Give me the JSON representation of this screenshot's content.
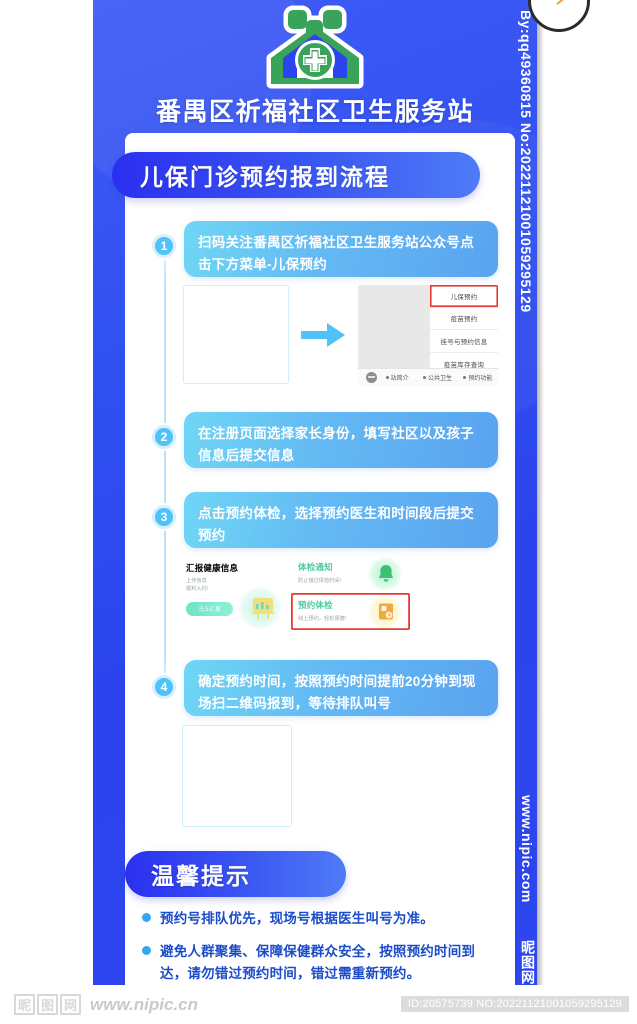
{
  "header": {
    "logo_icon": "medical-house-family-icon",
    "org_title": "番禺区祈福社区卫生服务站"
  },
  "banners": {
    "flow_title": "儿保门诊预约报到流程",
    "tips_title": "温馨提示"
  },
  "steps": [
    {
      "number": "1",
      "text": "扫码关注番禺区祈福社区卫生服务站公众号点击下方菜单-儿保预约"
    },
    {
      "number": "2",
      "text": "在注册页面选择家长身份，填写社区以及孩子信息后提交信息"
    },
    {
      "number": "3",
      "text": "点击预约体检，选择预约医生和时间段后提交预约"
    },
    {
      "number": "4",
      "text": "确定预约时间，按照预约时间提前20分钟到现场扫二维码报到，等待排队叫号"
    }
  ],
  "wechat_shot": {
    "qr_placeholder_label": "",
    "arrow_icon": "arrow-right-icon",
    "menu_items": [
      {
        "label": "儿保预约",
        "highlighted": true
      },
      {
        "label": "疫苗预约",
        "highlighted": false
      },
      {
        "label": "挂号与预约信息",
        "highlighted": false
      },
      {
        "label": "疫苗库存查询",
        "highlighted": false
      }
    ],
    "bottom_nav": [
      "站简介",
      "公共卫生",
      "预约功能"
    ],
    "keyboard_icon": "keyboard-icon"
  },
  "app_shot": {
    "cards": [
      {
        "title": "汇报健康信息",
        "subtitle_lines": [
          "上传信息",
          "顺利入托!"
        ],
        "button_label": "马上汇报",
        "icon": "chart-board-icon",
        "highlighted": false
      },
      {
        "title": "体检通知",
        "subtitle_lines": [
          "防止错过体检时间!"
        ],
        "icon": "bell-icon",
        "highlighted": false
      },
      {
        "title": "预约体检",
        "subtitle_lines": [
          "线上预约，轻松便捷!"
        ],
        "icon": "calendar-book-icon",
        "highlighted": true
      }
    ]
  },
  "tips": [
    "预约号排队优先，现场号根据医生叫号为准。",
    "避免人群聚集、保障保健群众安全，按照预约时间到达，请勿错过预约时间，错过需重新预约。"
  ],
  "watermarks": {
    "vertical_top": "By:qq49360815 No:20221121001059295129",
    "vertical_bottom": "www.nipic.com",
    "vertical_cn": "昵图网",
    "bottom_logo_chars": [
      "昵",
      "图",
      "网"
    ],
    "bottom_url": "www.nipic.cn",
    "bottom_id": "ID:20575739 NO:20221121001059295129"
  },
  "colors": {
    "brand_blue": "#2b44ee",
    "step_blue": "#5aa3f0",
    "accent_cyan": "#4fc3f7",
    "logo_green": "#3aa35a",
    "tip_text": "#1b4cc9",
    "highlight_red": "#e8392e"
  }
}
